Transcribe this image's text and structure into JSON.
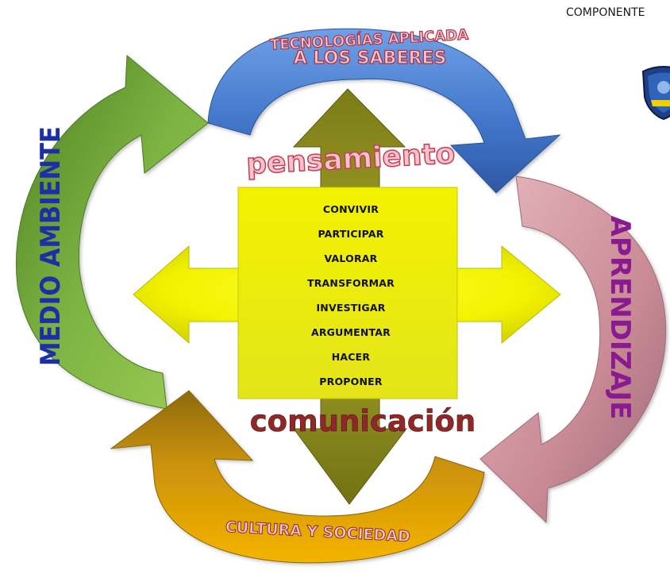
{
  "header": {
    "title": "COMPONENTE"
  },
  "labels": {
    "top": "TECNOLOGÍAS APLICADA",
    "top_line2": "A LOS SABERES",
    "left": "MEDIO AMBIENTE",
    "right": "APRENDIZAJE",
    "bottom": "CULTURA Y SOCIEDAD",
    "upper": "pensamiento",
    "lower": "comunicación"
  },
  "verbs": [
    "CONVIVIR",
    "PARTICIPAR",
    "VALORAR",
    "TRANSFORMAR",
    "INVESTIGAR",
    "ARGUMENTAR",
    "HACER",
    "PROPONER"
  ],
  "colors": {
    "blue_arrow": "#3f74c9",
    "green_arrow": "#6a9f2d",
    "pink_arrow": "#d9a6ae",
    "gold_arrow": "#c8900a",
    "yellow_cross": "#f2f200",
    "olive_arrow": "#8f8f1e",
    "text_blue": "#1c2fa6",
    "text_purple": "#8a1a8f",
    "text_pink": "#c93c55",
    "text_darkred": "#8f2828"
  },
  "icons": {
    "logo": "school-shield-logo"
  }
}
